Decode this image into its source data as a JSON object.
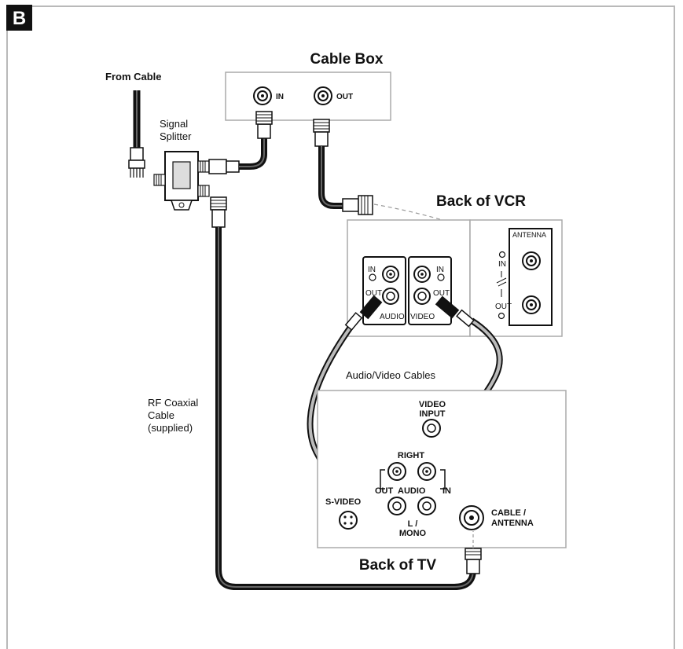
{
  "badge": "B",
  "cable_box": {
    "title": "Cable Box",
    "in_label": "IN",
    "out_label": "OUT"
  },
  "from_cable": "From Cable",
  "splitter": {
    "line1": "Signal",
    "line2": "Splitter"
  },
  "vcr": {
    "title": "Back of VCR",
    "in_label": "IN",
    "out_label": "OUT",
    "audio_label": "AUDIO",
    "video_label": "VIDEO",
    "antenna_label": "ANTENNA",
    "antenna_in": "IN",
    "antenna_out": "OUT"
  },
  "av_cables": "Audio/Video Cables",
  "rf_cable": {
    "line1": "RF Coaxial",
    "line2": "Cable",
    "line3": "(supplied)"
  },
  "tv": {
    "title": "Back of TV",
    "video_input_1": "VIDEO",
    "video_input_2": "INPUT",
    "right": "RIGHT",
    "out": "OUT",
    "audio": "AUDIO",
    "in": "IN",
    "svideo": "S-VIDEO",
    "l_mono_1": "L /",
    "l_mono_2": "MONO",
    "cable_antenna_1": "CABLE /",
    "cable_antenna_2": "ANTENNA"
  },
  "colors": {
    "frame": "#b9b9b9",
    "cable": "#111111",
    "av_cable": "#666666",
    "badge_bg": "#111111"
  }
}
